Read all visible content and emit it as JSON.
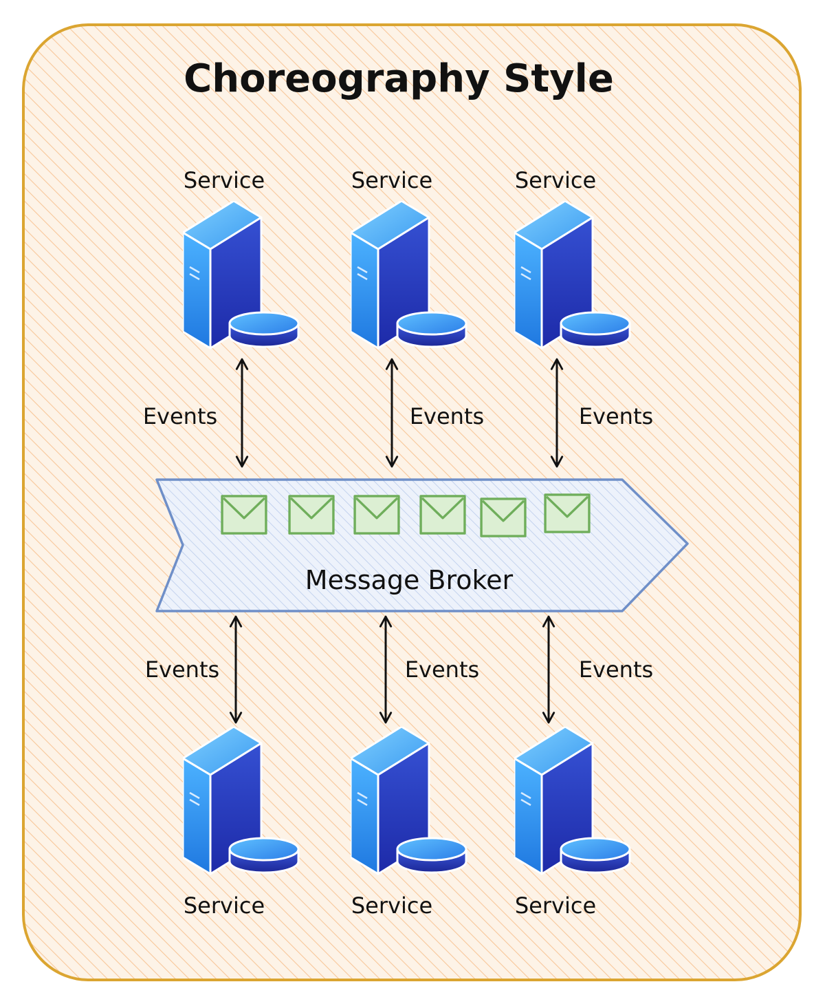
{
  "title": "Choreography Style",
  "broker": {
    "label": "Message Broker",
    "message_icon": "envelope-icon",
    "message_count": 6
  },
  "services_top": [
    {
      "label": "Service",
      "icon": "server-database-icon"
    },
    {
      "label": "Service",
      "icon": "server-database-icon"
    },
    {
      "label": "Service",
      "icon": "server-database-icon"
    }
  ],
  "services_bottom": [
    {
      "label": "Service",
      "icon": "server-database-icon"
    },
    {
      "label": "Service",
      "icon": "server-database-icon"
    },
    {
      "label": "Service",
      "icon": "server-database-icon"
    }
  ],
  "connections_top": [
    {
      "label": "Events",
      "direction": "bidirectional"
    },
    {
      "label": "Events",
      "direction": "bidirectional"
    },
    {
      "label": "Events",
      "direction": "bidirectional"
    }
  ],
  "connections_bottom": [
    {
      "label": "Events",
      "direction": "bidirectional"
    },
    {
      "label": "Events",
      "direction": "bidirectional"
    },
    {
      "label": "Events",
      "direction": "bidirectional"
    }
  ],
  "colors": {
    "frame_border": "#dba531",
    "frame_fill": "#fdf3e7",
    "frame_hatch": "#f8c79a",
    "broker_border": "#6f8fc8",
    "broker_fill": "#edf2fb",
    "broker_hatch": "#b9cbeb",
    "envelope": "#6fae5b",
    "envelope_fill": "#dcefd3",
    "server_light": "#3ea0f5",
    "server_dark": "#2230b8",
    "arrow": "#111111",
    "text": "#111111"
  }
}
